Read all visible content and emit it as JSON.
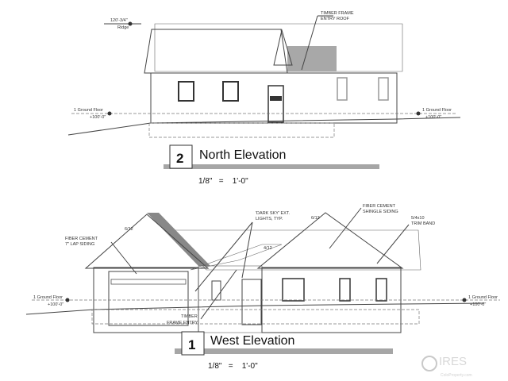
{
  "north_elevation": {
    "number": "2",
    "title": "North Elevation",
    "scale": "1/8\"   =    1'-0\"",
    "ridge_level": "120'-3/4\"",
    "ridge_label": "Ridge",
    "level_left": {
      "name": "1 Ground Floor",
      "elevation": "+100'-0\""
    },
    "level_right": {
      "name": "1 Ground Floor",
      "elevation": "+100'-0\""
    },
    "callouts": [
      {
        "line1": "TIMBER FRAME",
        "line2": "ENTRY ROOF"
      }
    ]
  },
  "west_elevation": {
    "number": "1",
    "title": "West Elevation",
    "scale": "1/8\"   =    1'-0\"",
    "level_left": {
      "name": "1 Ground Floor",
      "elevation": "+100'-0\""
    },
    "level_right": {
      "name": "1 Ground Floor",
      "elevation": "+100'-0\""
    },
    "pitch_labels": [
      "6/12",
      "6/12",
      "4/12"
    ],
    "callouts": [
      {
        "line1": "FIBER CEMENT",
        "line2": "7\" LAP SIDING"
      },
      {
        "line1": "'DARK SKY' EXT.",
        "line2": "LIGHTS, TYP."
      },
      {
        "line1": "FIBER CEMENT",
        "line2": "SHINGLE SIDING"
      },
      {
        "line1": "5/4x10",
        "line2": "TRIM BAND"
      },
      {
        "line1": "TIMBER",
        "line2": "FRAME ENTRY"
      }
    ]
  },
  "watermark": {
    "brand": "IRES",
    "site": "ColoProperty.com"
  },
  "colors": {
    "roof": "#bdbdbd",
    "line": "#444444",
    "title_bar": "#a6a6a6"
  }
}
